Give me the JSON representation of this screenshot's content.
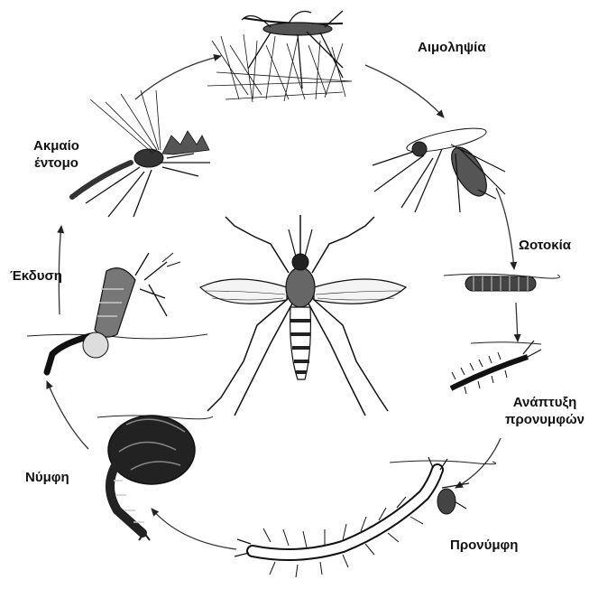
{
  "diagram": {
    "stages": [
      {
        "id": "blood-meal",
        "label": "Αιμοληψία"
      },
      {
        "id": "egg-laying",
        "label": "Ωοτοκία"
      },
      {
        "id": "larval-development",
        "label_line1": "Ανάπτυξη",
        "label_line2": "προνυμφών"
      },
      {
        "id": "larva",
        "label": "Προνύμφη"
      },
      {
        "id": "pupa",
        "label": "Νύμφη"
      },
      {
        "id": "emergence",
        "label": "Έκδυση"
      },
      {
        "id": "adult",
        "label_line1": "Ακμαίο",
        "label_line2": "έντομο"
      }
    ],
    "colors": {
      "ink": "#111111",
      "background": "#ffffff"
    }
  }
}
